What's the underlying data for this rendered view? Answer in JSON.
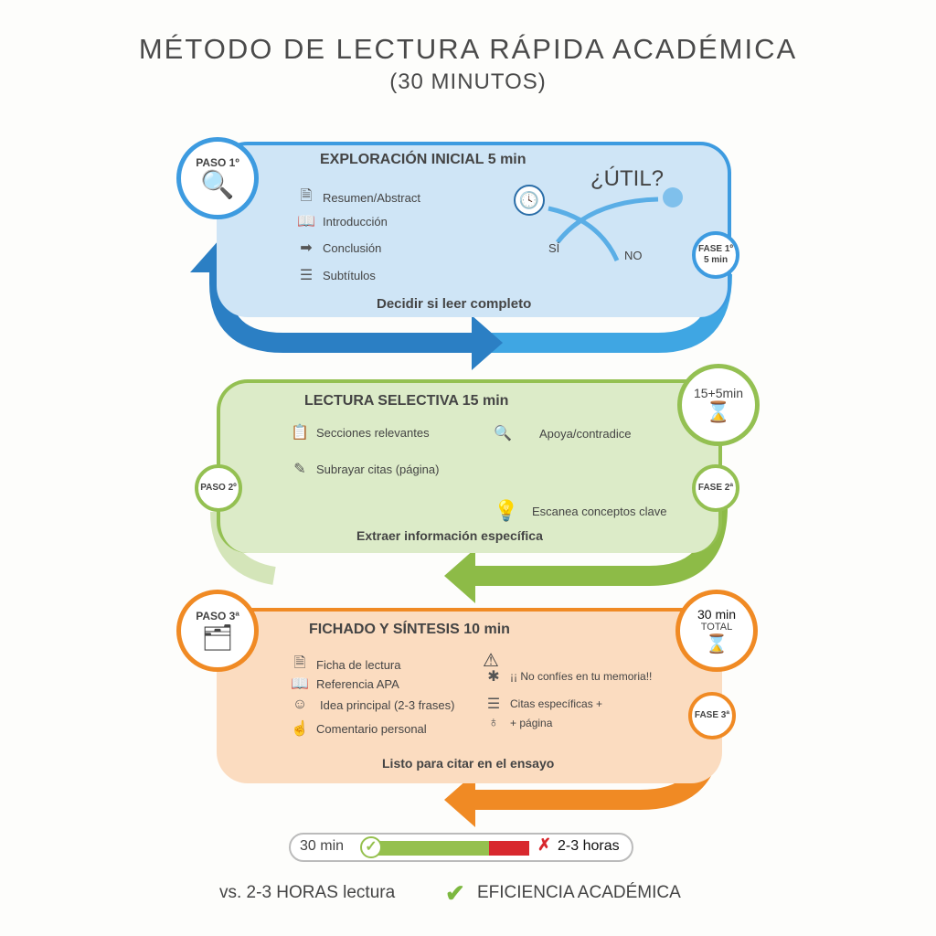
{
  "title": "MÉTODO DE LECTURA RÁPIDA ACADÉMICA",
  "subtitle": "(30 MINUTOS)",
  "step1": {
    "badge": "PASO 1º",
    "title": "EXPLORACIÓN INICIAL 5 min",
    "items": [
      "Resumen/Abstract",
      "Introducción",
      "Conclusión",
      "Subtítulos"
    ],
    "question": "¿ÚTIL?",
    "yes": "SÍ",
    "no": "NO",
    "phase": "FASE 1º",
    "phase_time": "5 min",
    "footer": "Decidir si leer completo",
    "color": "#3d9be0"
  },
  "step2": {
    "badge": "PASO 2º",
    "title": "LECTURA SELECTIVA 15 min",
    "items": [
      "Secciones relevantes",
      "Subrayar citas (página)",
      "Apoya/contradice",
      "Escanea conceptos clave"
    ],
    "time": "15+5min",
    "phase": "FASE 2ª",
    "footer": "Extraer información específica",
    "color": "#94c052"
  },
  "step3": {
    "badge": "PASO 3ª",
    "title": "FICHADO Y SÍNTESIS 10 min",
    "items": [
      "Ficha de lectura",
      "Referencia APA",
      "Idea principal (2-3 frases)",
      "Comentario personal"
    ],
    "warning": "¡¡ No confíes en tu memoria!!",
    "citas": "Citas específicas +",
    "pagina": "+ página",
    "total_time": "30 min",
    "total_label": "TOTAL",
    "phase": "FASE 3ª",
    "footer": "Listo para citar en el ensayo",
    "color": "#f08a24"
  },
  "comparison": {
    "left": "30 min",
    "right": "2-3 horas",
    "fast_fraction": 0.6
  },
  "bottom": {
    "vs": "vs. 2-3 HORAS lectura",
    "efficiency": "EFICIENCIA ACADÉMICA"
  }
}
